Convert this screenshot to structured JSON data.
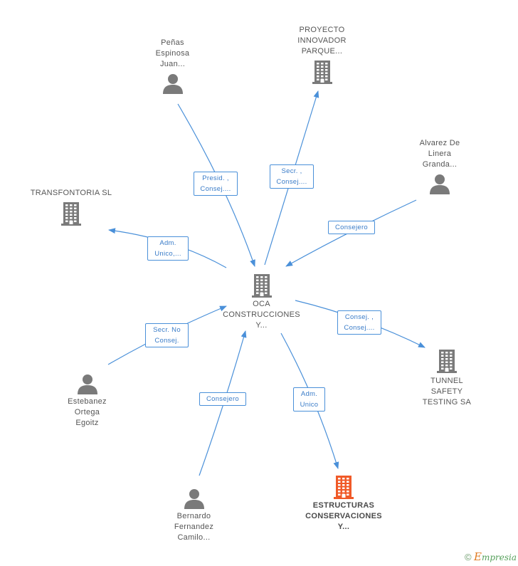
{
  "colors": {
    "edge": "#4a90d9",
    "icon": "#7a7a7a",
    "focus_icon": "#f05a28",
    "label_text": "#3a7cc8"
  },
  "nodes": {
    "center": {
      "type": "company",
      "lines": [
        "OCA",
        "CONSTRUCCIONES",
        "Y..."
      ]
    },
    "penas": {
      "type": "person",
      "lines": [
        "Peñas",
        "Espinosa",
        "Juan..."
      ]
    },
    "proyecto": {
      "type": "company",
      "lines": [
        "PROYECTO",
        "INNOVADOR",
        "PARQUE..."
      ]
    },
    "alvarez": {
      "type": "person",
      "lines": [
        "Alvarez De",
        "Linera",
        "Granda..."
      ]
    },
    "transfontoria": {
      "type": "company",
      "lines": [
        "TRANSFONTORIA SL"
      ]
    },
    "tunnel": {
      "type": "company",
      "lines": [
        "TUNNEL",
        "SAFETY",
        "TESTING SA"
      ]
    },
    "estebanez": {
      "type": "person",
      "lines": [
        "Estebanez",
        "Ortega",
        "Egoitz"
      ]
    },
    "bernardo": {
      "type": "person",
      "lines": [
        "Bernardo",
        "Fernandez",
        "Camilo..."
      ]
    },
    "estructuras": {
      "type": "company",
      "highlight": true,
      "lines": [
        "ESTRUCTURAS",
        "CONSERVACIONES",
        "Y..."
      ]
    }
  },
  "edges": {
    "penas": [
      "Presid. ,",
      "Consej...."
    ],
    "proyecto": [
      "Secr. ,",
      "Consej...."
    ],
    "alvarez": [
      "Consejero"
    ],
    "transfontoria": [
      "Adm.",
      "Unico,..."
    ],
    "tunnel": [
      "Consej. ,",
      "Consej...."
    ],
    "estebanez": [
      "Secr. No",
      "Consej."
    ],
    "bernardo": [
      "Consejero"
    ],
    "estructuras": [
      "Adm.",
      "Unico"
    ]
  },
  "footer": {
    "copyright": "©",
    "brand_first": "E",
    "brand_rest": "mpresia"
  }
}
